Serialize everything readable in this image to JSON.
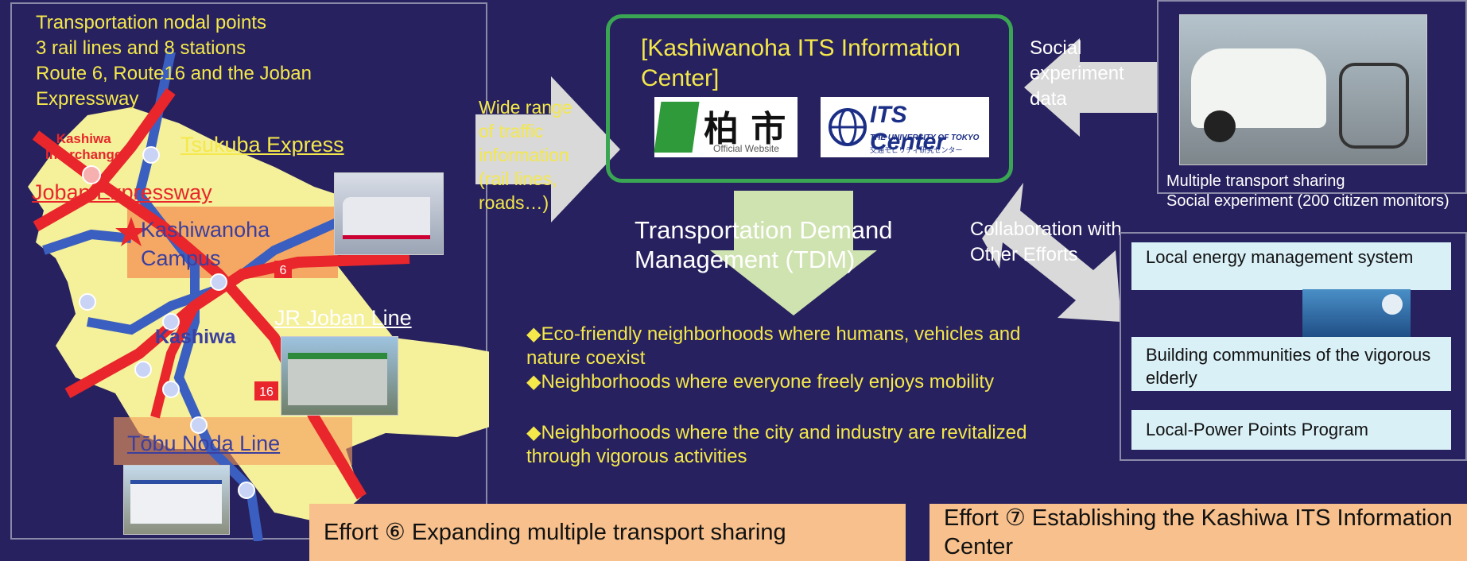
{
  "map": {
    "header_lines": [
      "Transportation nodal points",
      "3 rail lines and 8 stations",
      "Route 6, Route16 and the Joban",
      "Expressway"
    ],
    "tsukuba": "Tsukuba Express",
    "joban_expressway": "Joban Expressway",
    "kashiwa_interchange": [
      "Kashiwa",
      "Interchange"
    ],
    "campus": [
      "Kashiwanoha",
      "Campus"
    ],
    "jr_joban": "JR Joban Line",
    "kashiwa": "Kashiwa",
    "tobu": "Tōbu Noda Line",
    "route6": "6",
    "route16": "16"
  },
  "flow": {
    "wide_range": [
      "Wide range",
      "of traffic",
      "information",
      "(rail lines,",
      "roads…)"
    ],
    "social": [
      "Social",
      "experiment",
      "data"
    ],
    "collaboration": [
      "Collaboration with",
      "Other Efforts"
    ]
  },
  "its": {
    "title": "[Kashiwanoha ITS Information Center]",
    "logo1_kanji": "柏 市",
    "logo1_sub": "Official Website",
    "logo2_main": "ITS Center",
    "logo2_sub": "THE UNIVERSITY OF TOKYO",
    "logo2_sub2": "交通モビリティ研究センター"
  },
  "tdm": [
    "Transportation Demand",
    "Management (TDM)"
  ],
  "goals": [
    "◆Eco-friendly neighborhoods where humans, vehicles and",
    "nature coexist",
    "◆Neighborhoods where everyone freely enjoys mobility",
    "◆Neighborhoods where the city and industry are revitalized",
    "through vigorous activities"
  ],
  "sharing": {
    "caption": [
      "Multiple transport sharing",
      "Social experiment (200 citizen monitors)"
    ]
  },
  "right_boxes": [
    "Local energy management system",
    "Building communities of the vigorous elderly",
    "Local-Power Points Program"
  ],
  "efforts": {
    "six": "Effort ⑥ Expanding multiple transport sharing",
    "seven": "Effort ⑦ Establishing the Kashiwa ITS Information Center"
  },
  "colors": {
    "background": "#27215f",
    "accent_yellow": "#f4e84a",
    "its_border": "#3aa653",
    "effort_fill": "#f7c08c",
    "box_fill": "#d9f0f7",
    "rail_red": "#e8262b"
  }
}
